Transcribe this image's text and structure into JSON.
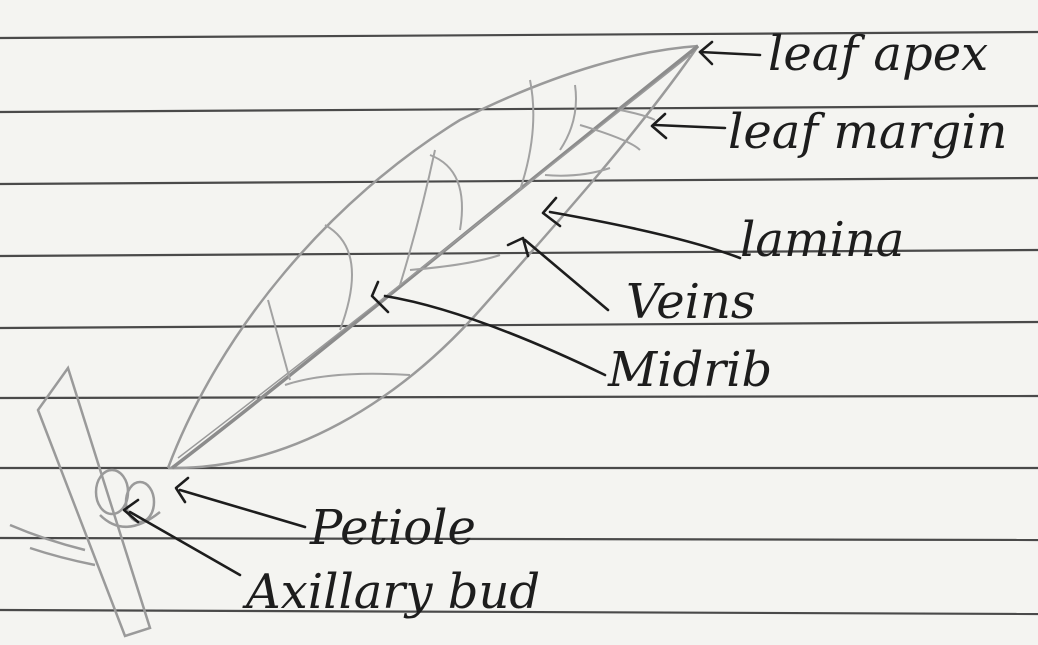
{
  "diagram": {
    "labels": {
      "leaf_apex": "leaf apex",
      "leaf_margin": "leaf margin",
      "lamina": "lamina",
      "veins": "Veins",
      "midrib": "Midrib",
      "petiole": "Petiole",
      "axillary_bud": "Axillary bud"
    }
  },
  "colors": {
    "paper": "#f4f4f1",
    "rule_line": "#4a4a4a",
    "pencil": "#9a9a9a",
    "ink": "#1d1d1d"
  }
}
